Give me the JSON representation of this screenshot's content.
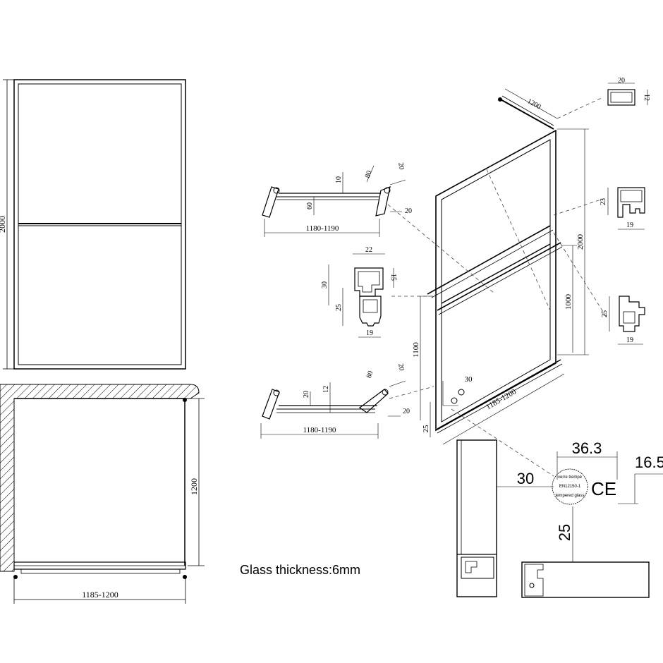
{
  "front_view": {
    "height_label": "2000"
  },
  "plan_view": {
    "depth_label": "1200",
    "width_label": "1185-1200"
  },
  "top_bracket": {
    "length_label": "1180-1190",
    "d10": "10",
    "d60": "60",
    "d80": "80",
    "d20a": "20",
    "d20b": "20"
  },
  "middle_profile": {
    "w22": "22",
    "h15": "15",
    "h30": "30",
    "h25": "25",
    "w19": "19"
  },
  "bottom_bracket": {
    "length_label": "1180-1190",
    "d20": "20",
    "d12": "12",
    "d80": "80",
    "d20a": "20",
    "d20b": "20"
  },
  "iso_view": {
    "top_bar_label": "1200",
    "height_label": "2000",
    "mid_height_label": "1000",
    "side_height_label": "1100",
    "width_label": "1185-1200",
    "d30": "30",
    "d25": "25",
    "d25b": "25"
  },
  "profile_top": {
    "w": "20",
    "h": "12"
  },
  "profile_mid": {
    "h": "23",
    "w": "19"
  },
  "profile_bot": {
    "w": "19"
  },
  "detail": {
    "d36": "36.3",
    "d16": "16.5",
    "d30": "30",
    "d25": "25",
    "stamp_top": "verre trempé",
    "stamp_std": "EN12150-1",
    "stamp_bottom": "tempered glass",
    "ce_mark": "CE"
  },
  "glass_note": "Glass thickness:6mm"
}
